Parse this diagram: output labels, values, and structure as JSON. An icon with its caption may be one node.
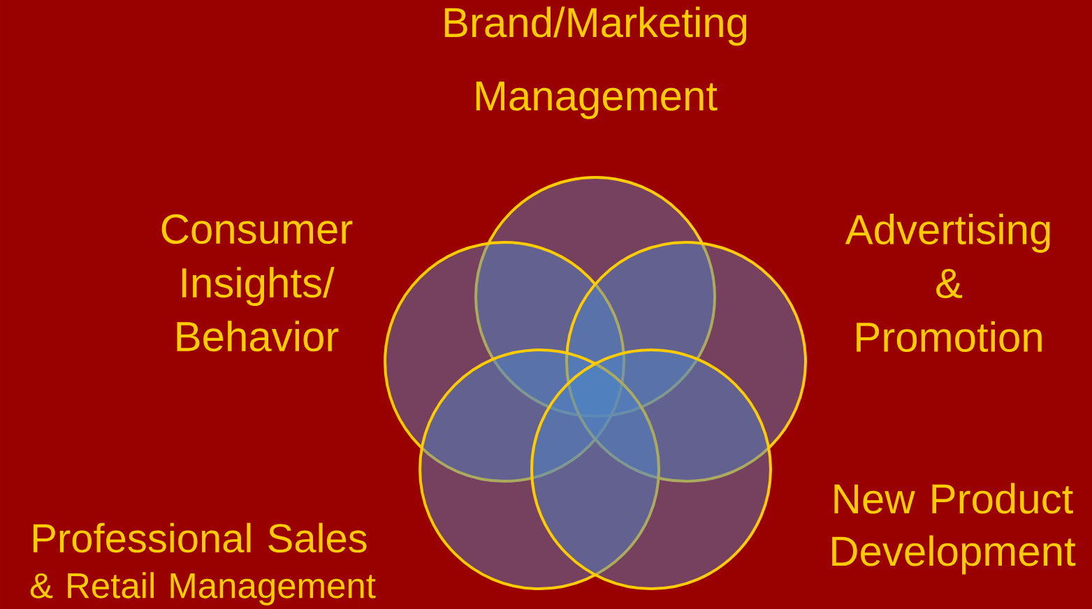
{
  "diagram": {
    "nodes": [
      {
        "text": [],
        "shape": "circle"
      },
      {
        "text": [],
        "shape": "circle"
      },
      {
        "text": [],
        "shape": "circle"
      },
      {
        "text": [],
        "shape": "circle"
      },
      {
        "text": [],
        "shape": "circle"
      }
    ],
    "labels": [
      "Brand/Marketing Management",
      "Consumer Insights/ Behavior",
      "Advertising & Promotion",
      "New Product Development",
      "Professional Sales",
      "& Retail Management"
    ]
  }
}
